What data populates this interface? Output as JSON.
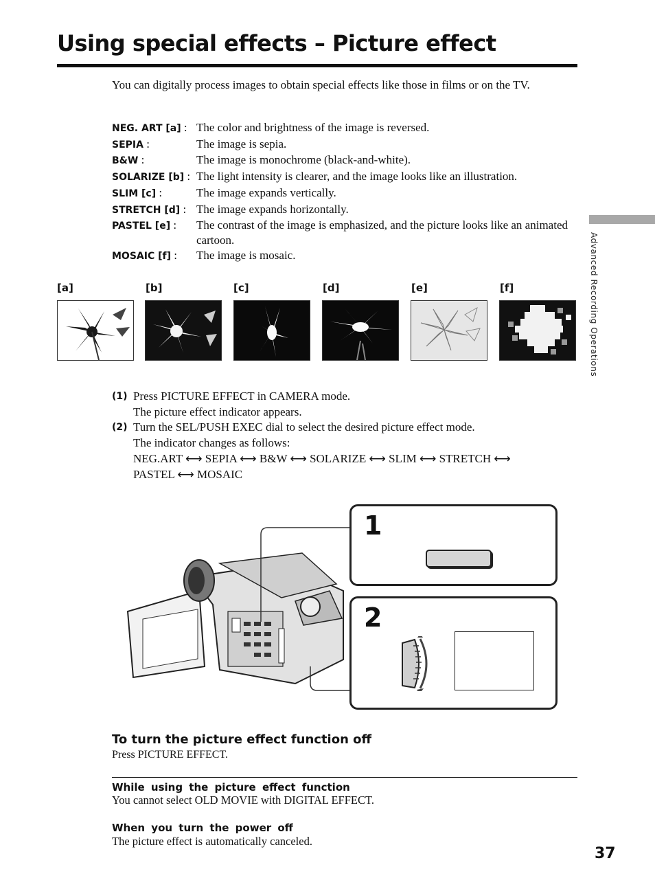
{
  "title": "Using special effects – Picture effect",
  "intro": "You can digitally process images to obtain special effects like those in films or on the TV.",
  "effects": [
    {
      "name": "NEG. ART [a]",
      "sep": " :",
      "desc": "The color and brightness of the image is reversed."
    },
    {
      "name": "SEPIA",
      "sep": " :",
      "desc": "The image is sepia."
    },
    {
      "name": "B&W",
      "sep": " :",
      "desc": "The image is monochrome (black-and-white)."
    },
    {
      "name": "SOLARIZE [b]",
      "sep": " :",
      "desc": "The light intensity is clearer, and the image looks like an illustration."
    },
    {
      "name": "SLIM [c]",
      "sep": " :",
      "desc": "The image expands vertically."
    },
    {
      "name": "STRETCH [d]",
      "sep": " :",
      "desc": "The image expands horizontally."
    },
    {
      "name": "PASTEL [e]",
      "sep": " :",
      "desc": "The contrast of the image is emphasized, and the picture looks like an animated cartoon."
    },
    {
      "name": "MOSAIC [f]",
      "sep": " :",
      "desc": "The image is mosaic."
    }
  ],
  "side_tab": "Advanced Recording Operations",
  "thumbnails": [
    "[a]",
    "[b]",
    "[c]",
    "[d]",
    "[e]",
    "[f]"
  ],
  "steps": [
    {
      "num": "(1)",
      "lines": [
        "Press PICTURE EFFECT in CAMERA mode.",
        "The picture effect indicator appears."
      ]
    },
    {
      "num": "(2)",
      "lines": [
        "Turn the SEL/PUSH EXEC dial to select the desired picture effect mode.",
        "The indicator changes as follows:",
        "NEG.ART ⟷ SEPIA ⟷ B&W ⟷ SOLARIZE ⟷ SLIM ⟷ STRETCH ⟷",
        "PASTEL ⟷ MOSAIC"
      ]
    }
  ],
  "figure": {
    "box1_num": "1",
    "box2_num": "2"
  },
  "turn_off": {
    "heading": "To turn the picture effect function off",
    "body": "Press PICTURE EFFECT."
  },
  "notes": [
    {
      "heading": "While using the picture effect function",
      "body": "You cannot select OLD MOVIE with DIGITAL EFFECT."
    },
    {
      "heading": "When you turn the power off",
      "body": "The picture effect is automatically canceled."
    }
  ],
  "page_number": "37"
}
